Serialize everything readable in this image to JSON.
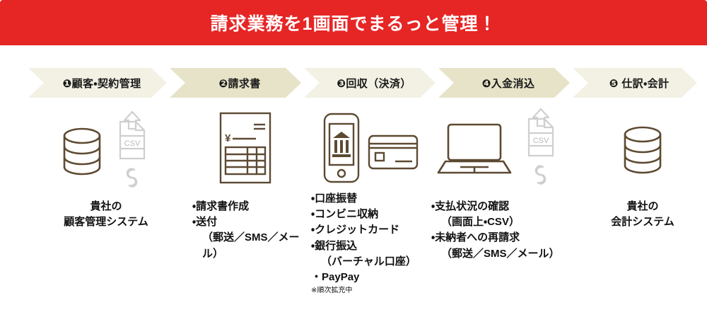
{
  "banner": {
    "title": "請求業務を1画面でまるっと管理！",
    "background_color": "#e62525",
    "text_color": "#ffffff"
  },
  "steps": [
    {
      "label": "❶顧客・契約管理",
      "color": "#f2f1e4"
    },
    {
      "label": "❷請求書",
      "color": "#e6e3c8"
    },
    {
      "label": "❸回収（決済）",
      "color": "#f2f1e4"
    },
    {
      "label": "❹入金消込",
      "color": "#e6e3c8"
    },
    {
      "label": "❺ 仕訳・会計",
      "color": "#f2f1e4"
    }
  ],
  "columns": [
    {
      "icons": [
        "database-icon",
        "csv-upload-icon",
        "link-icon"
      ],
      "caption_line1": "貴社の",
      "caption_line2": "顧客管理システム"
    },
    {
      "icons": [
        "invoice-document-icon"
      ],
      "items": [
        {
          "text": "・請求書作成",
          "style": "bullet"
        },
        {
          "text": "・送付",
          "style": "bullet"
        },
        {
          "text": "（郵送／SMS／メール）",
          "style": "sub"
        }
      ]
    },
    {
      "icons": [
        "smartphone-bank-icon",
        "credit-card-icon"
      ],
      "items": [
        {
          "text": "・口座振替",
          "style": "bullet"
        },
        {
          "text": "・コンビニ収納",
          "style": "bullet"
        },
        {
          "text": "・クレジットカード",
          "style": "bullet"
        },
        {
          "text": "・銀行振込",
          "style": "bullet"
        },
        {
          "text": "（バーチャル口座）",
          "style": "sub"
        },
        {
          "text": "・PayPay",
          "style": "bullet"
        },
        {
          "text": "※順次拡充中",
          "style": "note"
        }
      ]
    },
    {
      "icons": [
        "laptop-icon",
        "csv-upload-icon",
        "link-icon"
      ],
      "items": [
        {
          "text": "・支払状況の確認",
          "style": "bullet"
        },
        {
          "text": "（画面上・CSV）",
          "style": "sub"
        },
        {
          "text": "・未納者への再請求",
          "style": "bullet"
        },
        {
          "text": "（郵送／SMS／メール）",
          "style": "sub"
        }
      ]
    },
    {
      "icons": [
        "database-icon"
      ],
      "caption_line1": "貴社の",
      "caption_line2": "会計システム"
    }
  ],
  "icon_labels": {
    "csv": "CSV",
    "yen": "¥"
  },
  "colors": {
    "icon_brown": "#5d4a32",
    "icon_gray": "#cfcfcf",
    "chevron_light": "#f2f1e4",
    "chevron_dark": "#e6e3c8"
  }
}
